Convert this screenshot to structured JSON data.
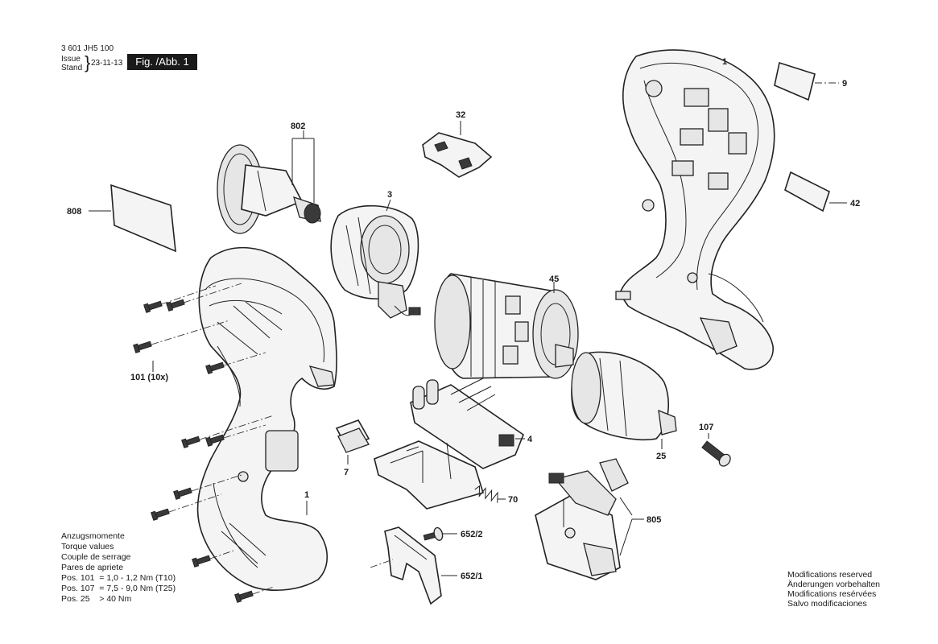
{
  "header": {
    "doc_number": "3 601 JH5 100",
    "issue_label": "Issue",
    "stand_label": "Stand",
    "date": "23-11-13",
    "figure_label": "Fig. /Abb. 1"
  },
  "torque_notes": {
    "lines": [
      "Anzugsmomente",
      "Torque values",
      "Couple de serrage",
      "Pares de apriete",
      "Pos. 101  = 1,0 - 1,2 Nm (T10)",
      "Pos. 107  = 7,5 - 9,0 Nm (T25)",
      "Pos. 25    > 40 Nm"
    ]
  },
  "modifications": {
    "lines": [
      "Modifications reserved",
      "Änderungen vorbehalten",
      "Modifications resérvées",
      "Salvo modificaciones"
    ]
  },
  "parts": {
    "p1_top": "1",
    "p9": "9",
    "p42": "42",
    "p32": "32",
    "p802": "802",
    "p3": "3",
    "p808": "808",
    "p45": "45",
    "p101": "101 (10x)",
    "p4": "4",
    "p107": "107",
    "p25": "25",
    "p7": "7",
    "p70": "70",
    "p805": "805",
    "p1_bottom": "1",
    "p652_2": "652/2",
    "p652_1": "652/1"
  }
}
